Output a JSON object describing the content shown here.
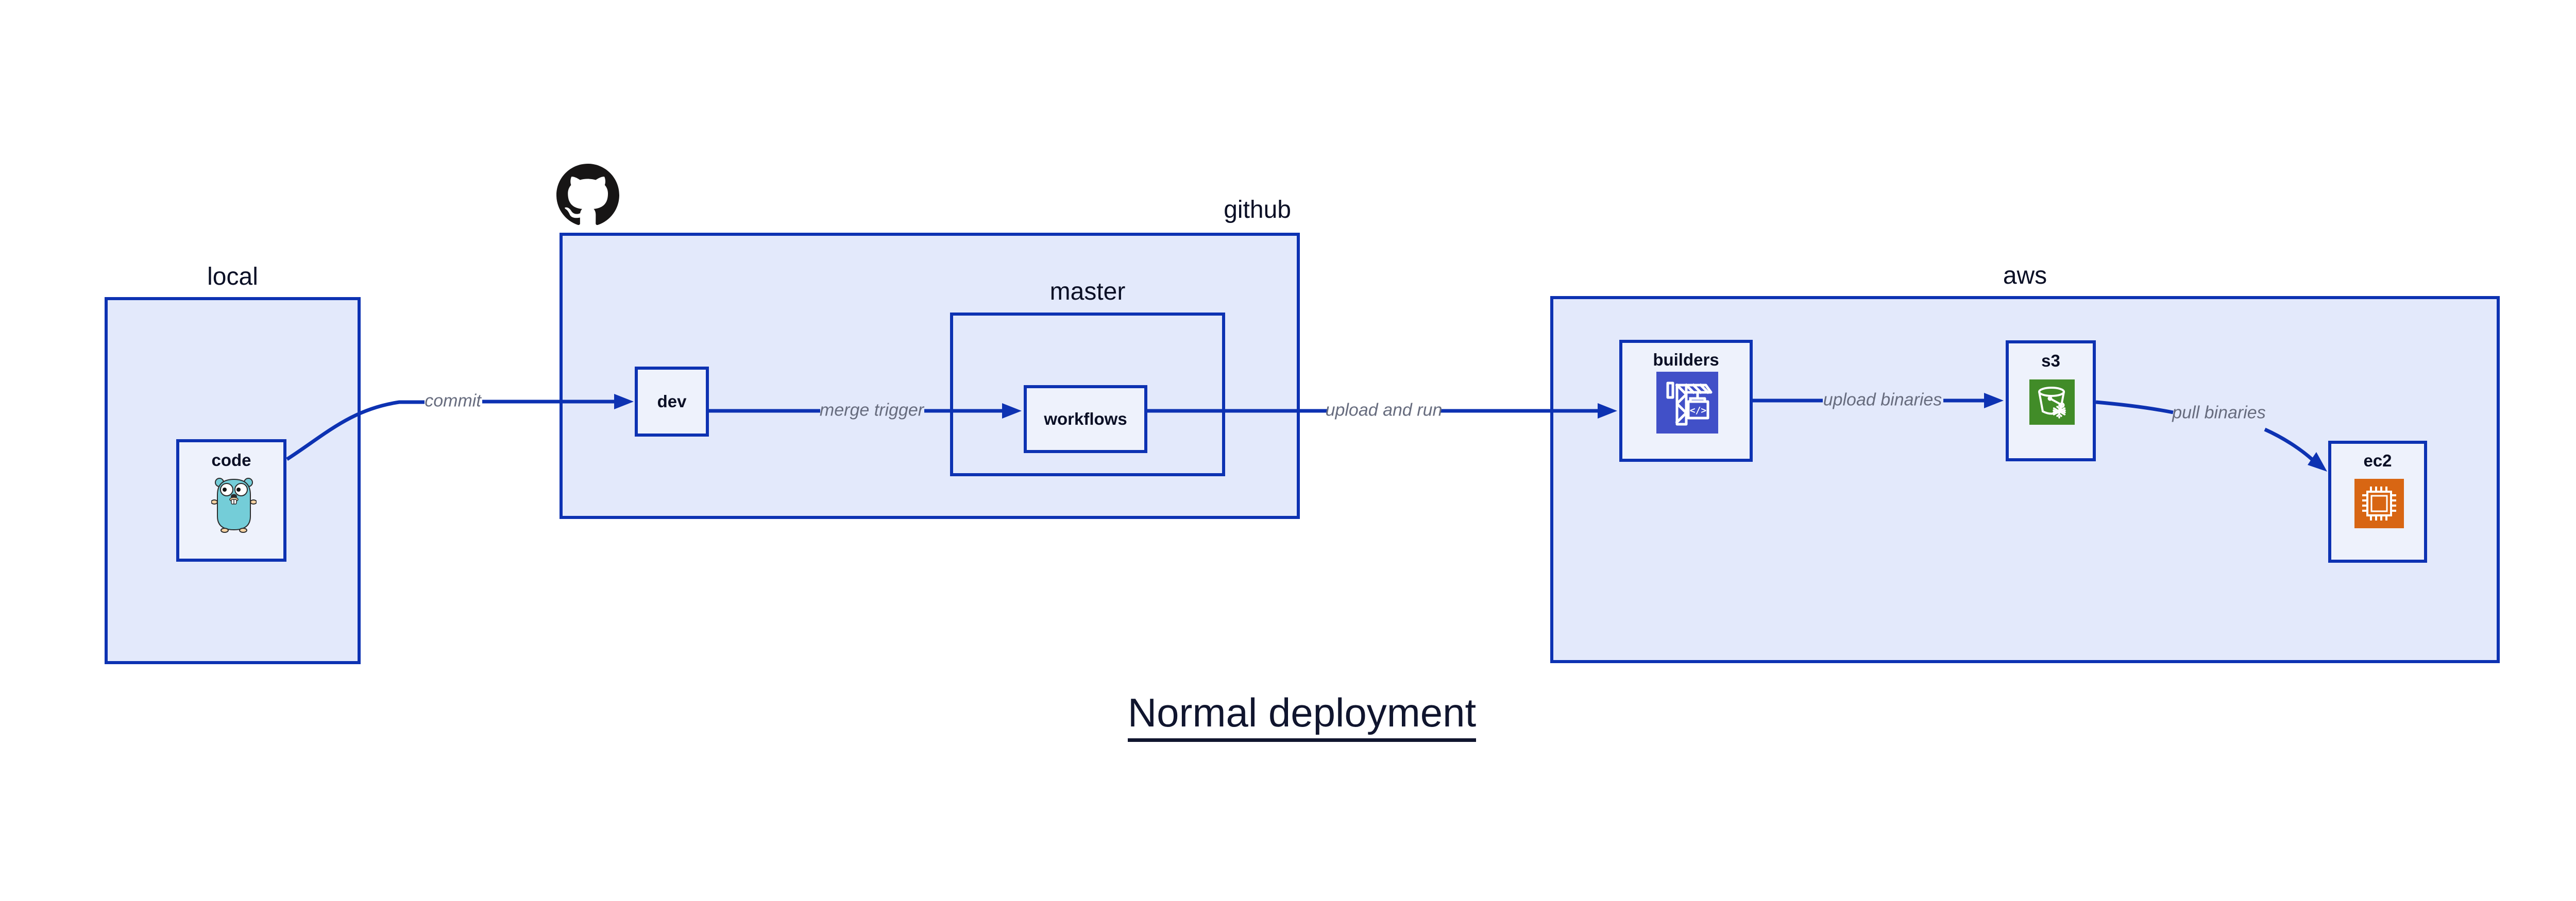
{
  "diagram": {
    "title": "Normal deployment",
    "containers": {
      "local": {
        "label": "local"
      },
      "github": {
        "label": "github"
      },
      "master": {
        "label": "master"
      },
      "aws": {
        "label": "aws"
      }
    },
    "nodes": {
      "code": {
        "label": "code",
        "icon": "go-gopher-icon"
      },
      "dev": {
        "label": "dev"
      },
      "workflows": {
        "label": "workflows"
      },
      "builders": {
        "label": "builders",
        "icon": "aws-codebuild-icon"
      },
      "s3": {
        "label": "s3",
        "icon": "aws-s3-glacier-bucket-icon"
      },
      "ec2": {
        "label": "ec2",
        "icon": "aws-ec2-chip-icon"
      }
    },
    "edges": [
      {
        "from": "local.code",
        "to": "github.dev",
        "label": "commit"
      },
      {
        "from": "github.dev",
        "to": "github.master.workflows",
        "label": "merge trigger"
      },
      {
        "from": "github.master.workflows",
        "to": "aws.builders",
        "label": "upload and run"
      },
      {
        "from": "aws.builders",
        "to": "aws.s3",
        "label": "upload binaries"
      },
      {
        "from": "aws.s3",
        "to": "aws.ec2",
        "label": "pull binaries"
      }
    ],
    "colors": {
      "container_fill": "#e3e9fb",
      "node_fill": "#eef2fc",
      "stroke_blue": "#0d32b2",
      "edge_label_gray": "#676c7e",
      "text_navy": "#0a0f25",
      "codebuild_bg": "#4150c8",
      "s3_glacier_bg": "#418c28",
      "ec2_bg": "#d86613",
      "octocat_black": "#171515",
      "gopher_teal": "#74cdd8",
      "gopher_tan": "#f6d2a2"
    }
  }
}
